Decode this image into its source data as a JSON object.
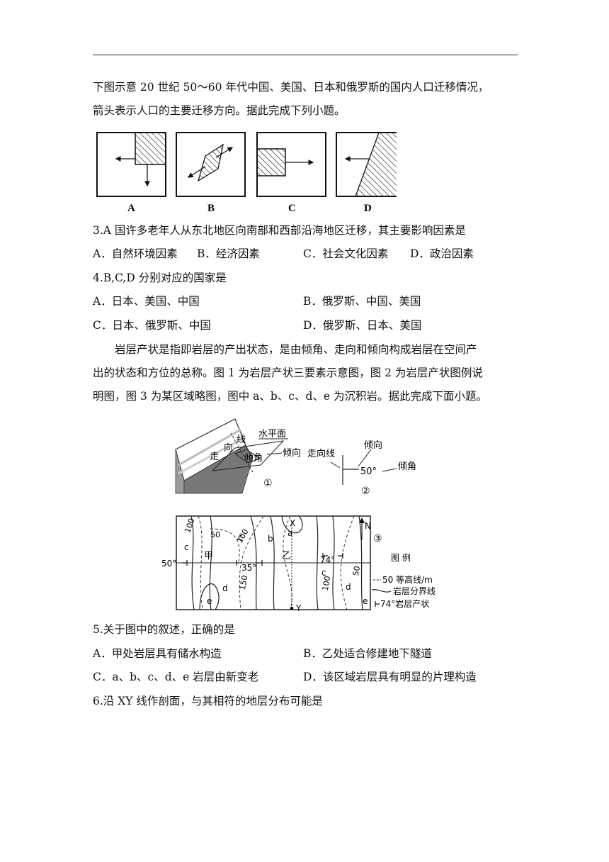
{
  "intro1": {
    "line1": "下图示意 20 世纪 50～60 年代中国、美国、日本和俄罗斯的国内人口迁移情况，",
    "line2": "箭头表示人口的主要迁移方向。据此完成下列小题。"
  },
  "fig1": {
    "labels": [
      "A",
      "B",
      "C",
      "D"
    ]
  },
  "q3": {
    "stem": "3.A 国许多老年人从东北地区向南部和西部沿海地区迁移，其主要影响因素是",
    "options": [
      "A．自然环境因素",
      "B．经济因素",
      "C．社会文化因素",
      "D．政治因素"
    ]
  },
  "q4": {
    "stem": "4.B,C,D 分别对应的国家是",
    "options": [
      "A．日本、美国、中国",
      "B．俄罗斯、中国、美国",
      "C．日本、俄罗斯、中国",
      "D．俄罗斯、日本、美国"
    ]
  },
  "intro2": {
    "line1": "岩层产状是指即岩层的产出状态，是由倾角、走向和倾向构成岩层在空间产",
    "line2": "出的状态和方位的总称。图 1 为岩层产状三要素示意图，图 2 为岩层产状图例说",
    "line3": "明图，图 3 为某区域略图，图中 a、b、c、d、e 为沉积岩。据此完成下面小题。"
  },
  "fig2": {
    "d1": {
      "zou": "走",
      "xiang": "向",
      "xian": "线",
      "water": "水平面",
      "dip_angle": "倾角",
      "dip_dir": "倾向",
      "num": "①"
    },
    "d2": {
      "strike": "走向线",
      "dip_dir": "倾向",
      "deg": "50°",
      "dip_angle": "倾角",
      "num": "②"
    },
    "d3": {
      "num": "③",
      "north": "N",
      "x": "X",
      "y": "Y",
      "jia": "甲",
      "yi": "乙",
      "left_deg": "50°",
      "mid_deg": "35°",
      "right_deg": "74°",
      "contours": [
        "100",
        "50",
        "100",
        "150",
        "100",
        "50"
      ],
      "rocks": [
        "c",
        "c",
        "b",
        "a",
        "d",
        "e",
        "c",
        "d",
        "e"
      ],
      "legend_title": "图 例",
      "legend": [
        "50 等高线/m",
        "岩层分界线",
        "74°岩层产状"
      ]
    }
  },
  "q5": {
    "stem": "5.关于图中的叙述，正确的是",
    "options": [
      "A．甲处岩层具有储水构造",
      "B．乙处适合修建地下隧道",
      "C．a、b、c、d、e 岩层由新变老",
      "D．该区域岩层具有明显的片理构造"
    ]
  },
  "q6": {
    "stem": "6.沿 XY 线作剖面，与其相符的地层分布可能是"
  }
}
